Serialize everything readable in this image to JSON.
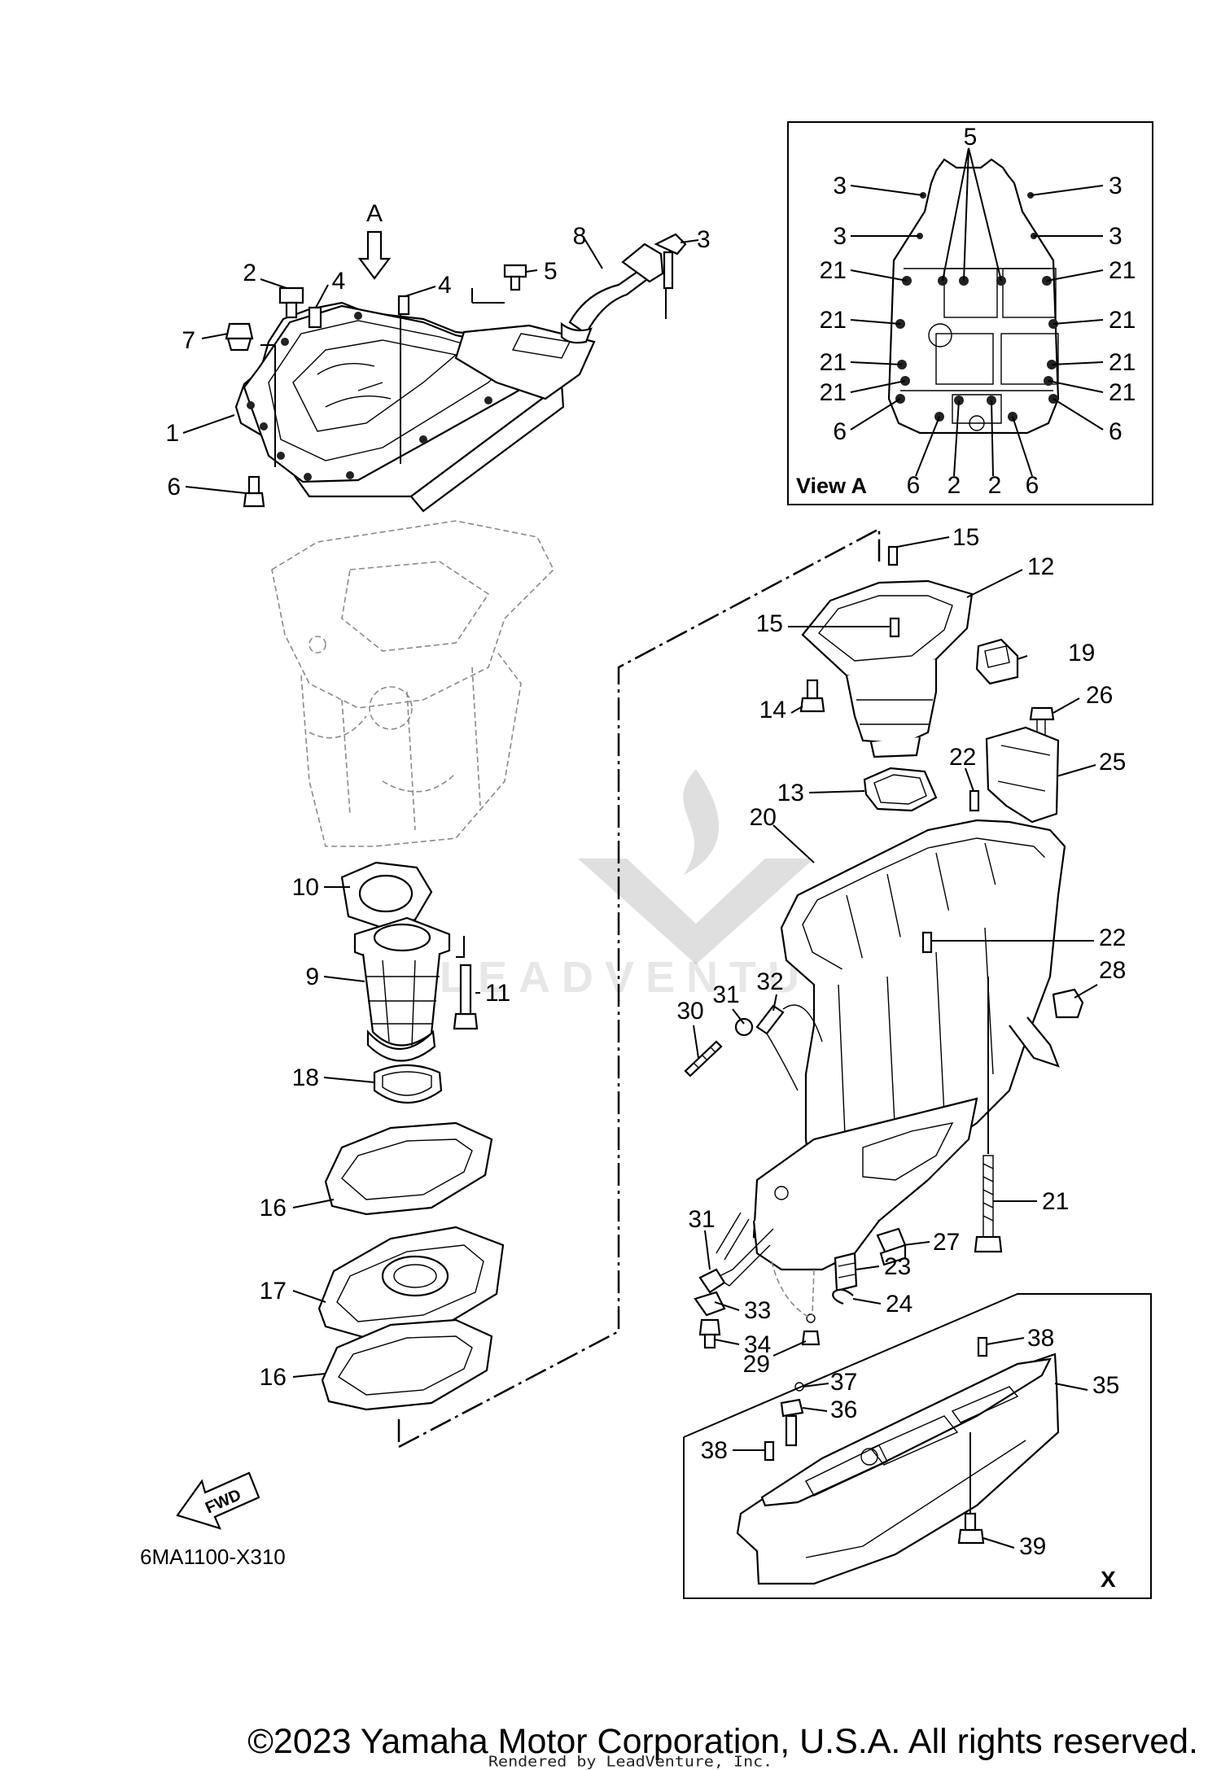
{
  "diagram": {
    "callouts": [
      "1",
      "2",
      "3",
      "4",
      "5",
      "6",
      "7",
      "8",
      "9",
      "10",
      "11",
      "12",
      "13",
      "14",
      "15",
      "16",
      "17",
      "18",
      "19",
      "20",
      "21",
      "22",
      "23",
      "24",
      "25",
      "26",
      "27",
      "28",
      "29",
      "30",
      "31",
      "32",
      "33",
      "34",
      "35",
      "36",
      "37",
      "38",
      "39"
    ],
    "view_a": {
      "title": "View A",
      "arrow_label": "A"
    },
    "inset_x_label": "X",
    "fwd_label": "FWD",
    "diagram_code": "6MA1100-X310"
  },
  "watermark": {
    "brand": "LEADVENTURE"
  },
  "footer": {
    "copyright": "©2023 Yamaha Motor Corporation, U.S.A. All rights reserved.",
    "rendered_by": "Rendered by LeadVenture, Inc."
  },
  "colors": {
    "line": "#000000",
    "background": "#ffffff",
    "ghost_line": "#8a8a8a"
  }
}
